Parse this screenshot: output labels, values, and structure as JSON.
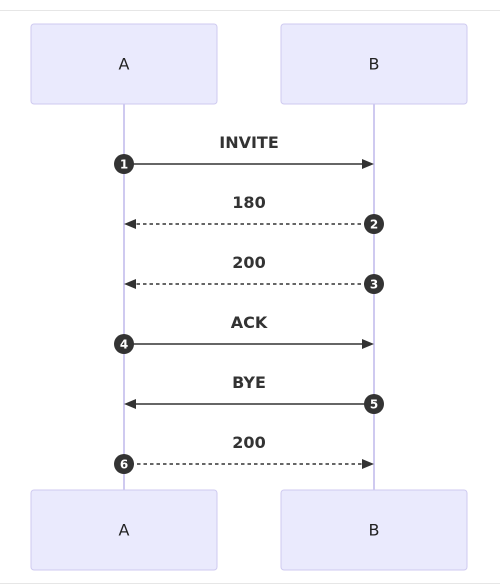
{
  "diagram": {
    "type": "sequence",
    "participants": [
      {
        "id": "A",
        "label": "A"
      },
      {
        "id": "B",
        "label": "B"
      }
    ],
    "messages": [
      {
        "seq": "1",
        "label": "INVITE",
        "from": "A",
        "to": "B",
        "style": "solid"
      },
      {
        "seq": "2",
        "label": "180",
        "from": "B",
        "to": "A",
        "style": "dashed"
      },
      {
        "seq": "3",
        "label": "200",
        "from": "B",
        "to": "A",
        "style": "dashed"
      },
      {
        "seq": "4",
        "label": "ACK",
        "from": "A",
        "to": "B",
        "style": "solid"
      },
      {
        "seq": "5",
        "label": "BYE",
        "from": "B",
        "to": "A",
        "style": "solid"
      },
      {
        "seq": "6",
        "label": "200",
        "from": "A",
        "to": "B",
        "style": "dashed"
      }
    ]
  },
  "colors": {
    "actor_fill": "#eaeafd",
    "actor_border": "#cfcaf0",
    "line": "#333333"
  }
}
